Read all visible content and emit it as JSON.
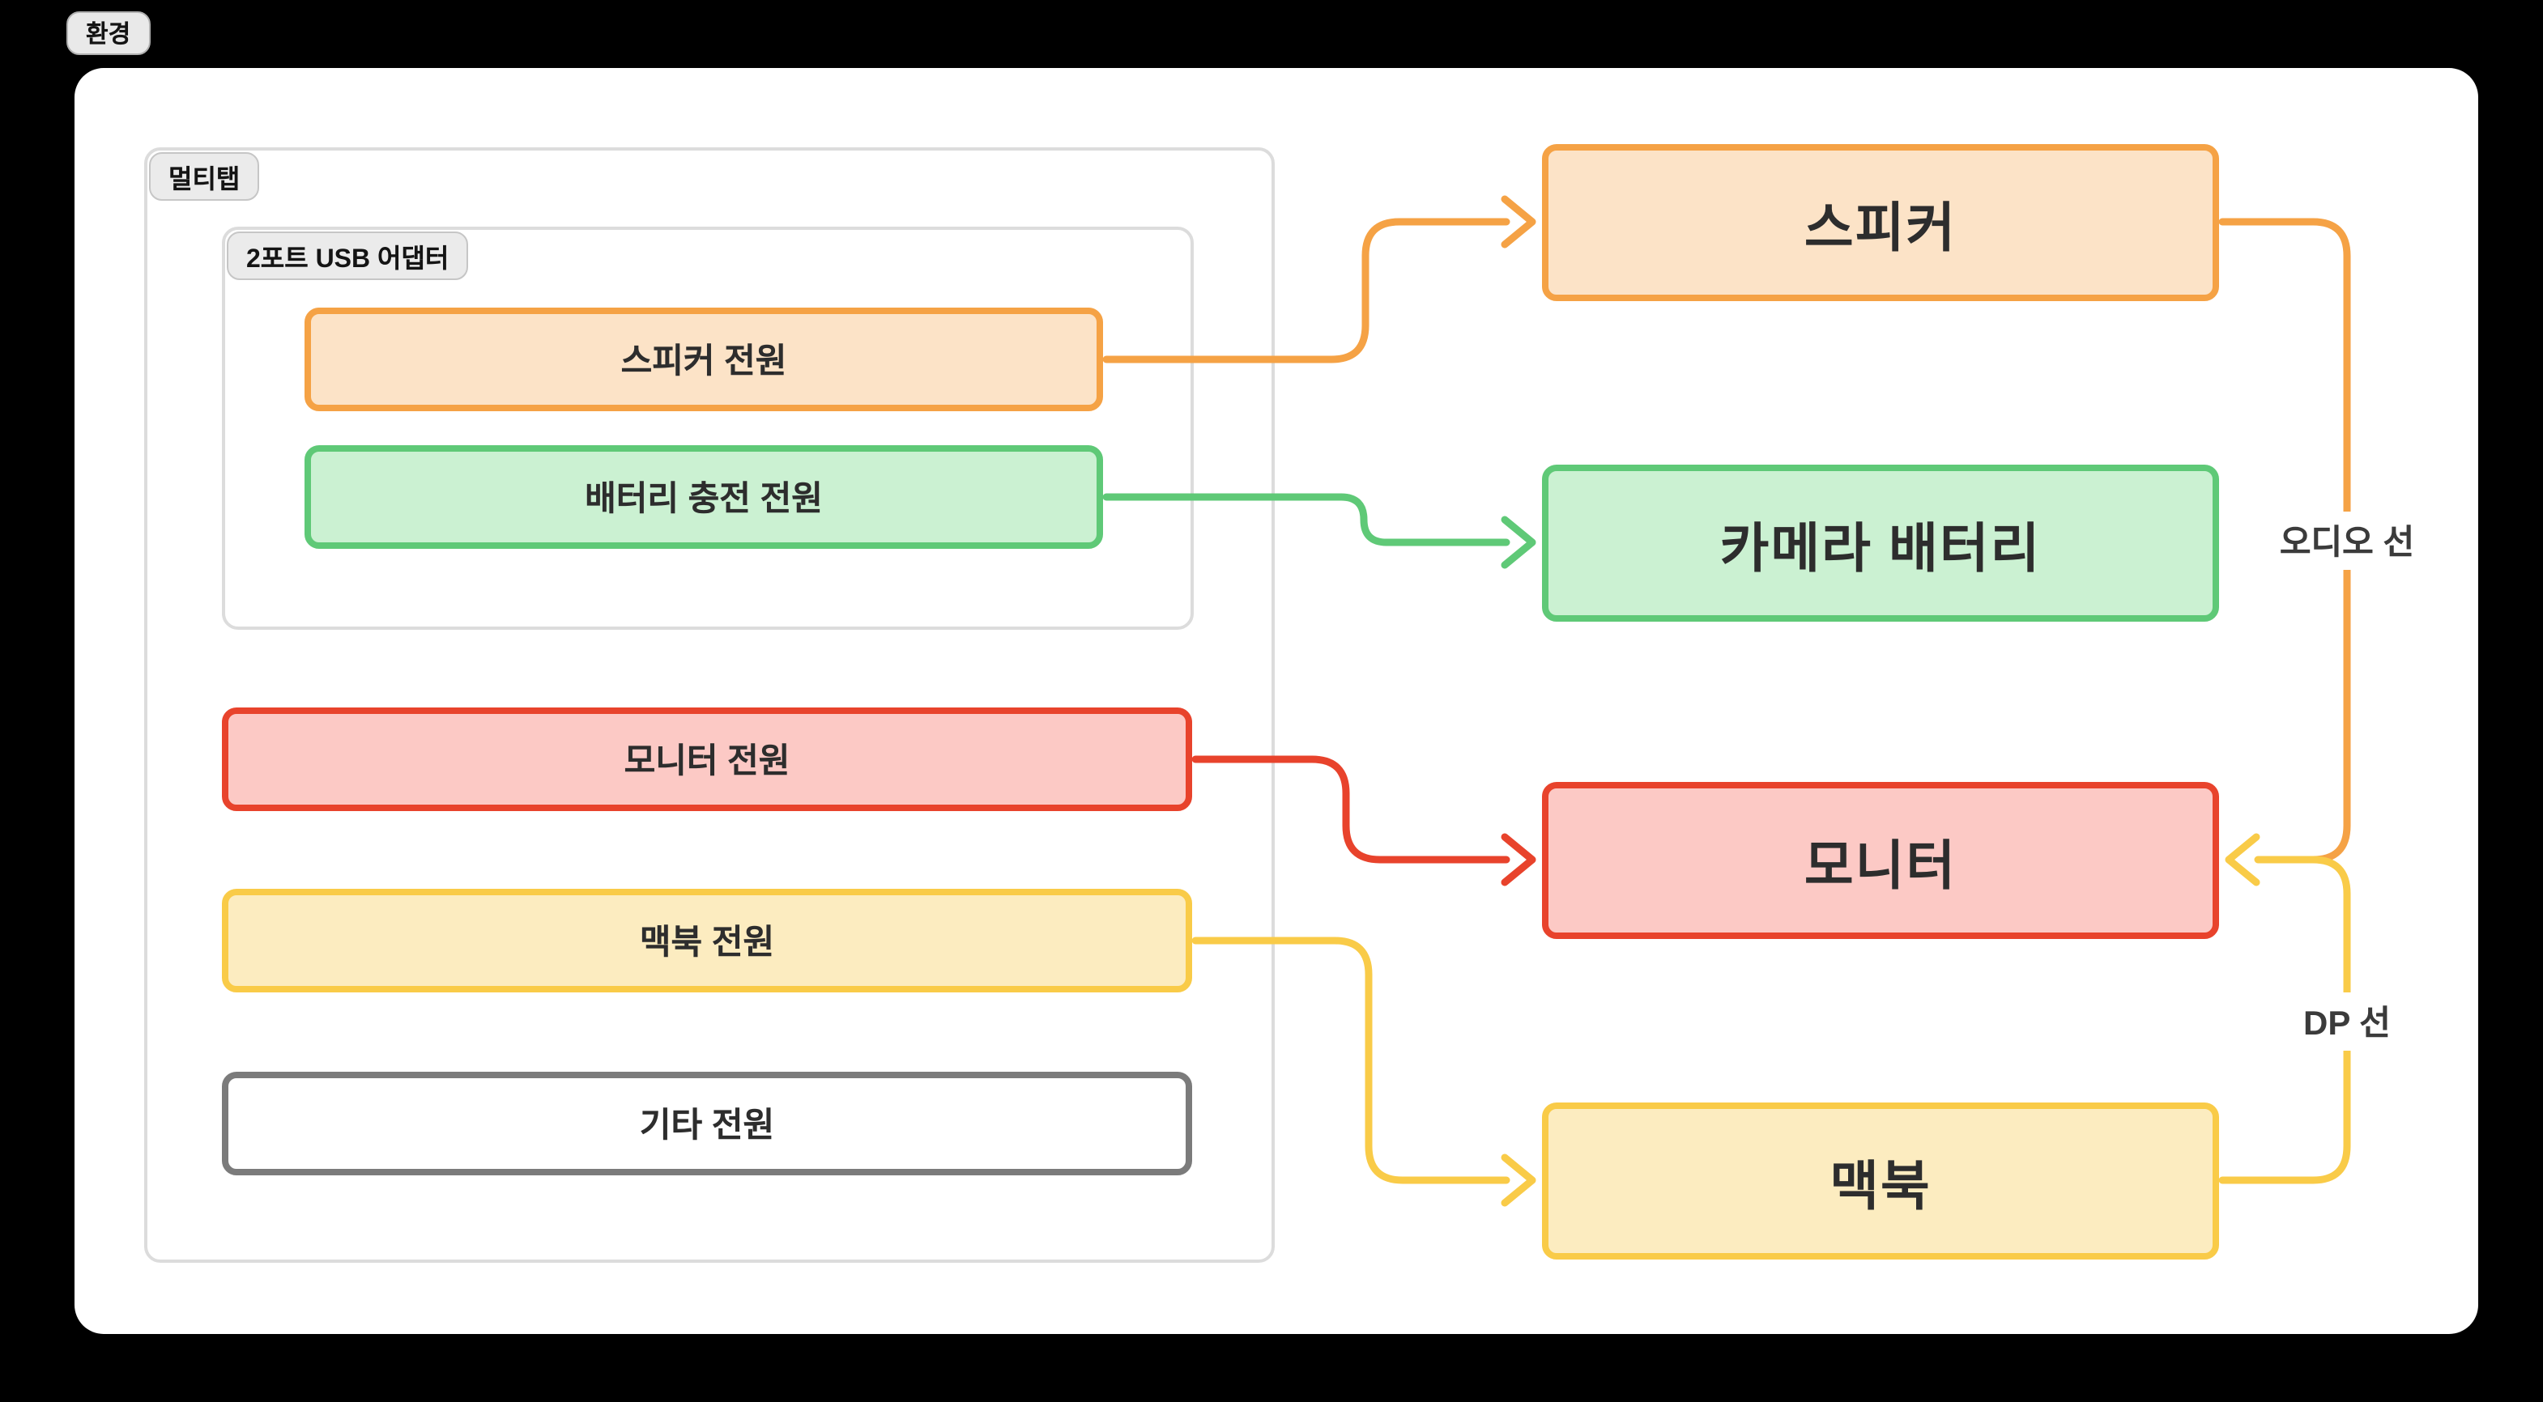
{
  "page": {
    "background": "#000000",
    "surface": "#ffffff"
  },
  "badge": {
    "label": "환경"
  },
  "groups": {
    "multitap": {
      "label": "멀티탭"
    },
    "usb_adapter": {
      "label": "2포트 USB 어댑터"
    }
  },
  "nodes": {
    "speaker_power": {
      "label": "스피커 전원",
      "border": "#F5A245",
      "fill": "#FCE3C7"
    },
    "battery_power": {
      "label": "배터리 충전 전원",
      "border": "#5FC977",
      "fill": "#CBF1D2"
    },
    "monitor_power": {
      "label": "모니터 전원",
      "border": "#E8432C",
      "fill": "#FCC9C5"
    },
    "macbook_power": {
      "label": "맥북 전원",
      "border": "#F9CB48",
      "fill": "#FCECC0"
    },
    "other_power": {
      "label": "기타 전원",
      "border": "#7B7B7B",
      "fill": "#FFFFFF"
    },
    "speaker": {
      "label": "스피커",
      "border": "#F5A245",
      "fill": "#FCE3C7"
    },
    "camera_battery": {
      "label": "카메라 배터리",
      "border": "#5FC977",
      "fill": "#CBF1D2"
    },
    "monitor": {
      "label": "모니터",
      "border": "#E8432C",
      "fill": "#FCC9C5"
    },
    "macbook": {
      "label": "맥북",
      "border": "#F9CB48",
      "fill": "#FCECC0"
    }
  },
  "edges": {
    "speaker_power_to_speaker": {
      "color": "#F5A245"
    },
    "battery_power_to_camera_battery": {
      "color": "#5FC977"
    },
    "monitor_power_to_monitor": {
      "color": "#E8432C"
    },
    "macbook_power_to_macbook": {
      "color": "#F9CB48"
    },
    "speaker_to_monitor": {
      "label": "오디오 선",
      "color": "#F5A245"
    },
    "macbook_to_monitor": {
      "label": "DP 선",
      "color": "#F9CB48"
    }
  }
}
